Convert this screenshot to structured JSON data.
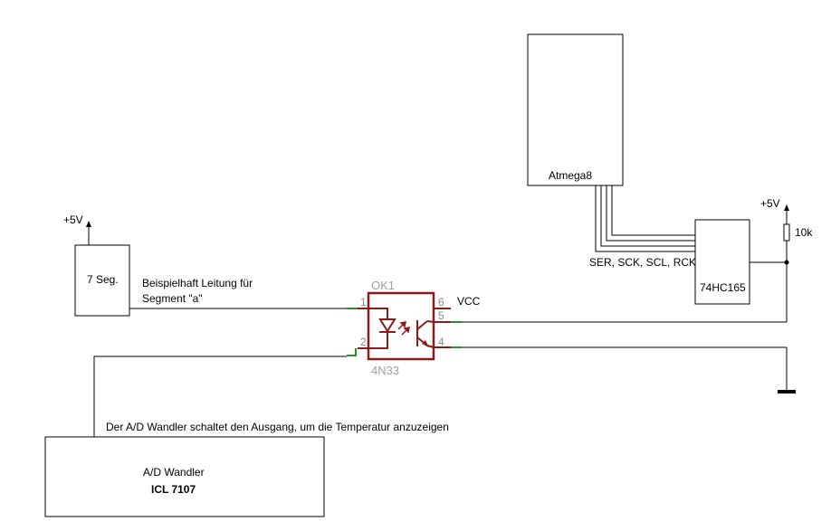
{
  "labels": {
    "seven_seg": "7 Seg.",
    "supply_left": "+5V",
    "supply_right": "+5V",
    "mcu": "Atmega8",
    "shift_register": "74HC165",
    "resistor": "10k",
    "bus": "SER, SCK, SCL, RCK",
    "segment_line_1": "Beispielhaft Leitung für",
    "segment_line_2": "Segment \"a\"",
    "vcc": "VCC",
    "adc_note": "Der A/D Wandler schaltet den Ausgang, um die Temperatur anzuzeigen",
    "adc_title": "A/D Wandler",
    "adc_part": "ICL 7107"
  },
  "optocoupler": {
    "name": "OK1",
    "part": "4N33",
    "pins": [
      "1",
      "2",
      "4",
      "5",
      "6"
    ]
  },
  "colors": {
    "wire": "#000000",
    "opto": "#8b1a1a",
    "pin_stub": "#2e8b2e",
    "opto_text": "#a0a0a0"
  }
}
